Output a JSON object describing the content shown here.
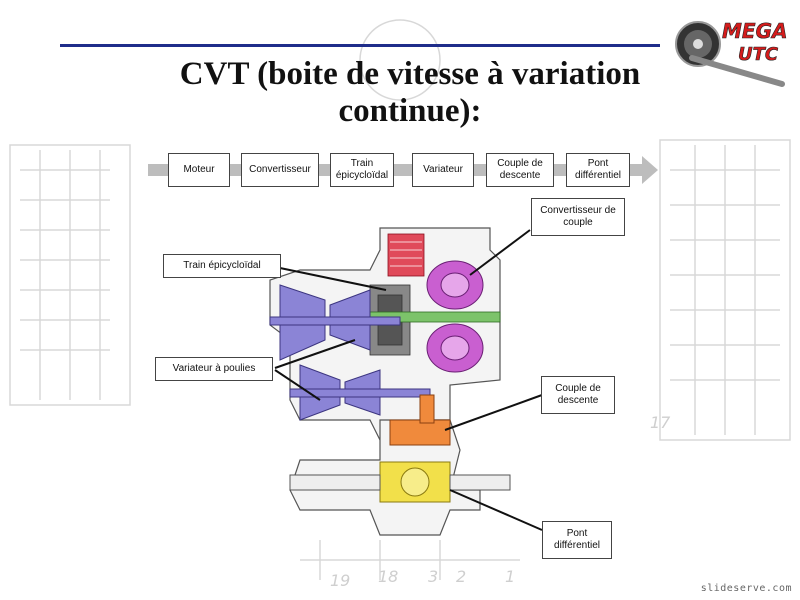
{
  "slide": {
    "title": "CVT (boite de vitesse à variation continue):",
    "logo_text": "MEGA UTC",
    "footer": "slideserve.com"
  },
  "flow": {
    "steps": [
      "Moteur",
      "Convertisseur",
      "Train épicycloïdal",
      "Variateur",
      "Couple de descente",
      "Pont différentiel"
    ]
  },
  "callouts": {
    "convertisseur": "Convertisseur de couple",
    "train": "Train épicycloïdal",
    "variateur": "Variateur à poulies",
    "couple": "Couple de descente",
    "pont": "Pont différentiel"
  },
  "colors": {
    "accent_rule": "#1f2d8a",
    "converter": "#c95fd0",
    "pulley": "#8b84d6",
    "gear_red": "#e04a5a",
    "shaft_green": "#7cc36a",
    "descente": "#f08a3c",
    "differential": "#f2e04a"
  }
}
